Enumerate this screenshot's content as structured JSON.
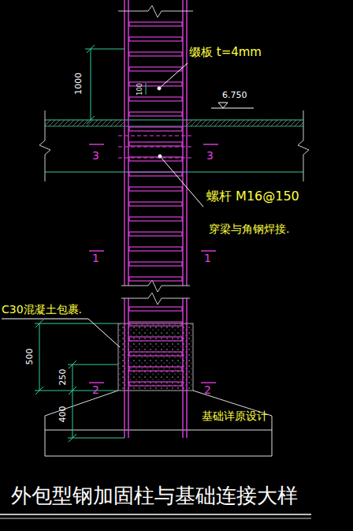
{
  "diagram": {
    "title": "外包型钢加固柱与基础连接大样",
    "labels": [
      "1000",
      "100",
      "缀板 t=4mm",
      "6.750",
      "3",
      "3",
      "螺杆 M16@150",
      "穿梁与角钢焊接.",
      "1",
      "1",
      "C30混凝土包裹.",
      "500",
      "250",
      "2",
      "2",
      "400",
      "基础详原设计"
    ]
  }
}
